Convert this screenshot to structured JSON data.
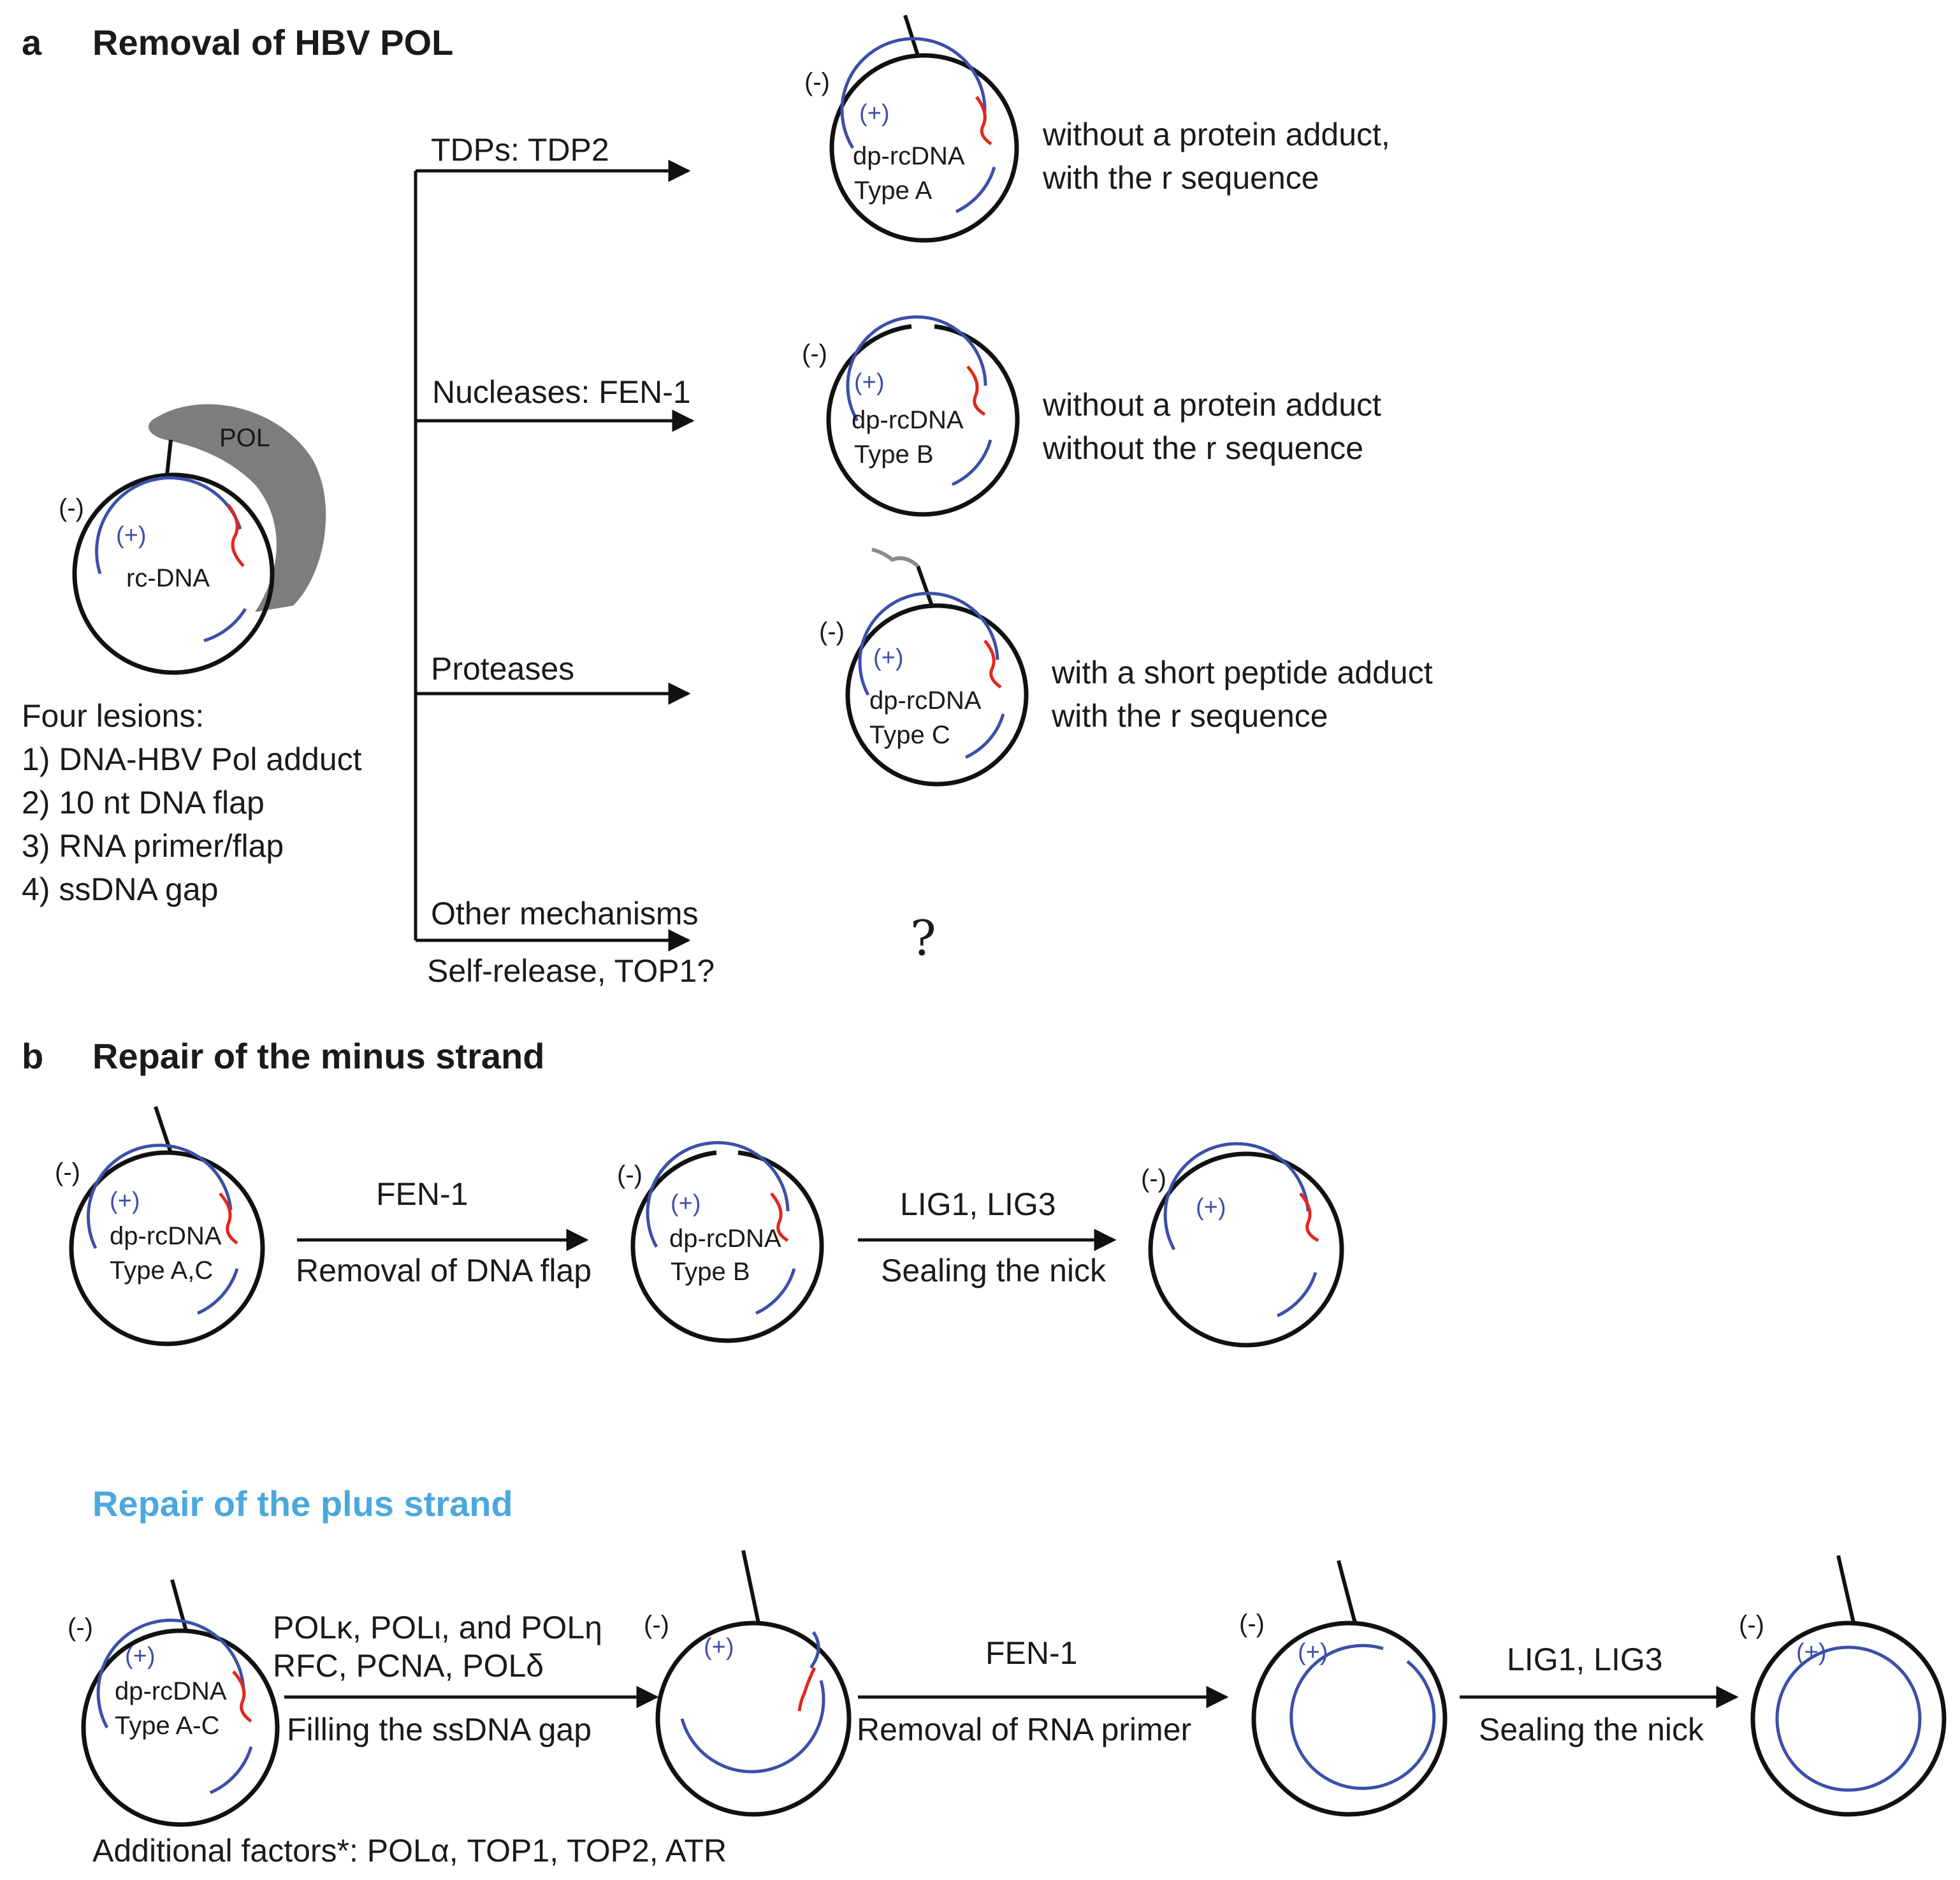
{
  "panel_a": {
    "letter": "a",
    "title": "Removal of HBV POL",
    "source": {
      "pol_label": "POL",
      "minus": "(-)",
      "plus": "(+)",
      "name": "rc-DNA"
    },
    "lesions": {
      "heading": "Four lesions:",
      "items": [
        "1) DNA-HBV Pol adduct",
        "2) 10 nt DNA flap",
        "3) RNA primer/flap",
        "4) ssDNA gap"
      ]
    },
    "pathways": [
      {
        "label": "TDPs: TDP2",
        "minus": "(-)",
        "plus": "(+)",
        "name1": "dp-rcDNA",
        "name2": "Type A",
        "desc1": "without a protein adduct,",
        "desc2": "with the r sequence"
      },
      {
        "label": "Nucleases: FEN-1",
        "minus": "(-)",
        "plus": "(+)",
        "name1": "dp-rcDNA",
        "name2": "Type B",
        "desc1": "without a protein adduct",
        "desc2": "without the r sequence"
      },
      {
        "label": "Proteases",
        "minus": "(-)",
        "plus": "(+)",
        "name1": "dp-rcDNA",
        "name2": "Type C",
        "desc1": "with a short peptide adduct",
        "desc2": "with the r sequence"
      },
      {
        "label": "Other mechanisms",
        "sublabel": "Self-release, TOP1?",
        "unknown": "?"
      }
    ]
  },
  "panel_b": {
    "letter": "b",
    "minus_title": "Repair of the minus strand",
    "minus_row": {
      "c1": {
        "minus": "(-)",
        "plus": "(+)",
        "name1": "dp-rcDNA",
        "name2": "Type A,C"
      },
      "step1": {
        "top": "FEN-1",
        "bottom": "Removal of DNA flap"
      },
      "c2": {
        "minus": "(-)",
        "plus": "(+)",
        "name1": "dp-rcDNA",
        "name2": "Type B"
      },
      "step2": {
        "top": "LIG1, LIG3",
        "bottom": "Sealing the nick"
      },
      "c3": {
        "minus": "(-)",
        "plus": "(+)"
      }
    },
    "plus_title": "Repair of the plus strand",
    "plus_title_color": "#4aa8dc",
    "plus_row": {
      "c1": {
        "minus": "(-)",
        "plus": "(+)",
        "name1": "dp-rcDNA",
        "name2": "Type A-C"
      },
      "step1": {
        "top1": "POLκ, POLι, and POLη",
        "top2": "RFC, PCNA, POLδ",
        "bottom": "Filling the ssDNA gap"
      },
      "c2": {
        "minus": "(-)",
        "plus": "(+)"
      },
      "step2": {
        "top": "FEN-1",
        "bottom": "Removal of RNA primer"
      },
      "c3": {
        "minus": "(-)",
        "plus": "(+)"
      },
      "step3": {
        "top": "LIG1, LIG3",
        "bottom": "Sealing the nick"
      },
      "c4": {
        "minus": "(-)",
        "plus": "(+)"
      }
    },
    "footnote": "Additional factors*: POLα, TOP1, TOP2, ATR"
  },
  "colors": {
    "minus_strand": "#111111",
    "plus_strand": "#3c4fa8",
    "rna_flap": "#e0281e",
    "pol_protein": "#7d7d7d",
    "peptide": "#8a8a8a"
  }
}
